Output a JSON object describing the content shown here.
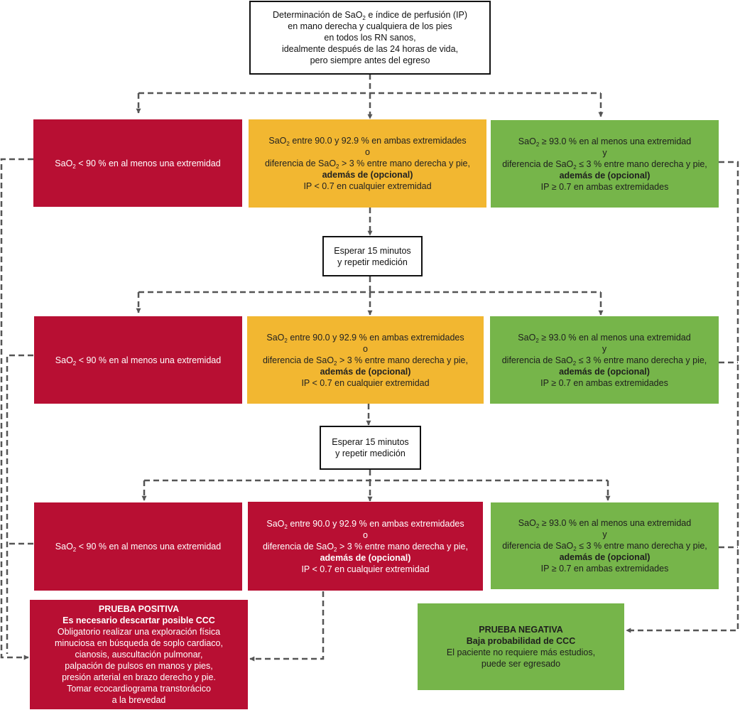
{
  "start": {
    "lines": [
      {
        "pre": "Determinación de SaO",
        "sub": "2",
        "post": " e índice de perfusión (IP)"
      },
      "en mano derecha y cualquiera de los pies",
      "en todos los RN sanos,",
      "idealmente después de las 24 horas de vida,",
      "pero siempre antes del egreso"
    ]
  },
  "rows": [
    {
      "red": {
        "pre": "SaO",
        "sub": "2",
        "post": " < 90 % en al menos una extremidad"
      },
      "middle": {
        "l1_pre": "SaO",
        "l1_sub": "2",
        "l1_post": " entre 90.0 y 92.9 % en ambas extremidades",
        "l2": "o",
        "l3_pre": "diferencia de SaO",
        "l3_sub": "2",
        "l3_post": " > 3 % entre mano derecha y pie,",
        "l4": "además de (opcional)",
        "l5": "IP < 0.7 en cualquier extremidad"
      },
      "green": {
        "l1_pre": "SaO",
        "l1_sub": "2",
        "l1_post": " ≥ 93.0 % en al menos una extremidad",
        "l2": "y",
        "l3_pre": "diferencia de SaO",
        "l3_sub": "2",
        "l3_post": " ≤ 3 % entre mano derecha y pie,",
        "l4": "además de (opcional)",
        "l5": "IP ≥ 0.7 en ambas extremidades"
      }
    },
    {
      "red": {
        "pre": "SaO",
        "sub": "2",
        "post": " < 90 % en al menos una extremidad"
      },
      "middle": {
        "l1_pre": "SaO",
        "l1_sub": "2",
        "l1_post": " entre 90.0 y 92.9 % en ambas extremidades",
        "l2": "o",
        "l3_pre": "diferencia de SaO",
        "l3_sub": "2",
        "l3_post": " > 3 % entre mano derecha y pie,",
        "l4": "además de (opcional)",
        "l5": "IP < 0.7 en cualquier extremidad"
      },
      "green": {
        "l1_pre": "SaO",
        "l1_sub": "2",
        "l1_post": " ≥ 93.0 % en al menos una extremidad",
        "l2": "y",
        "l3_pre": "diferencia de SaO",
        "l3_sub": "2",
        "l3_post": " ≤ 3 % entre mano derecha y pie,",
        "l4": "además de (opcional)",
        "l5": "IP ≥ 0.7 en ambas extremidades"
      }
    },
    {
      "red": {
        "pre": "SaO",
        "sub": "2",
        "post": " < 90 % en al menos una extremidad"
      },
      "middle": {
        "l1_pre": "SaO",
        "l1_sub": "2",
        "l1_post": " entre 90.0 y 92.9 % en ambas extremidades",
        "l2": "o",
        "l3_pre": "diferencia de SaO",
        "l3_sub": "2",
        "l3_post": " > 3 % entre mano derecha y pie,",
        "l4": "además de (opcional)",
        "l5": "IP < 0.7 en cualquier extremidad"
      },
      "green": {
        "l1_pre": "SaO",
        "l1_sub": "2",
        "l1_post": " ≥ 93.0 % en al menos una extremidad",
        "l2": "y",
        "l3_pre": "diferencia de SaO",
        "l3_sub": "2",
        "l3_post": " ≤ 3 % entre mano derecha y pie,",
        "l4": "además de (opcional)",
        "l5": "IP ≥ 0.7 en ambas extremidades"
      }
    }
  ],
  "wait": [
    {
      "l1": "Esperar 15 minutos",
      "l2": "y repetir medición"
    },
    {
      "l1": "Esperar 15 minutos",
      "l2": "y repetir medición"
    }
  ],
  "positive": {
    "title": "PRUEBA POSITIVA",
    "subtitle": "Es necesario descartar posible CCC",
    "lines": [
      "Obligatorio realizar una exploración física",
      "minuciosa en búsqueda de soplo cardiaco,",
      "cianosis, auscultación pulmonar,",
      "palpación de pulsos en manos y pies,",
      "presión arterial en brazo derecho y pie.",
      "Tomar ecocardiograma transtorácico",
      "a la brevedad"
    ]
  },
  "negative": {
    "title": "PRUEBA NEGATIVA",
    "subtitle": "Baja probabilidad de CCC",
    "lines": [
      "El paciente no requiere más estudios,",
      "puede ser egresado"
    ]
  },
  "colors": {
    "red": "#b80f33",
    "yellow": "#f2b731",
    "green": "#76b54a",
    "connector": "#555555"
  }
}
